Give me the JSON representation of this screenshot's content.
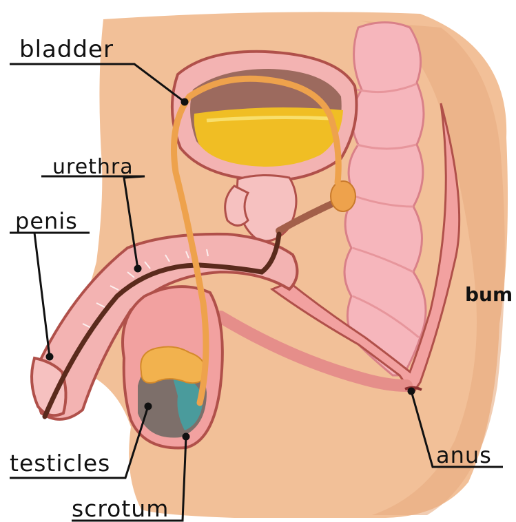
{
  "labels": {
    "bladder": "bladder",
    "urethra": "urethra",
    "penis": "penis",
    "bum": "bum",
    "testicles": "testicles",
    "scrotum": "scrotum",
    "anus": "anus"
  },
  "colors": {
    "skin": "#f2c098",
    "skin_shadow": "#e8a97c",
    "organ_pink": "#f3b3b2",
    "organ_outline": "#b0504a",
    "duct_orange": "#eea24c",
    "urine_yellow": "#f0be24",
    "bladder_dark": "#9c6a5e",
    "testicle_teal": "#4a9b9c",
    "label_text": "#111111"
  }
}
